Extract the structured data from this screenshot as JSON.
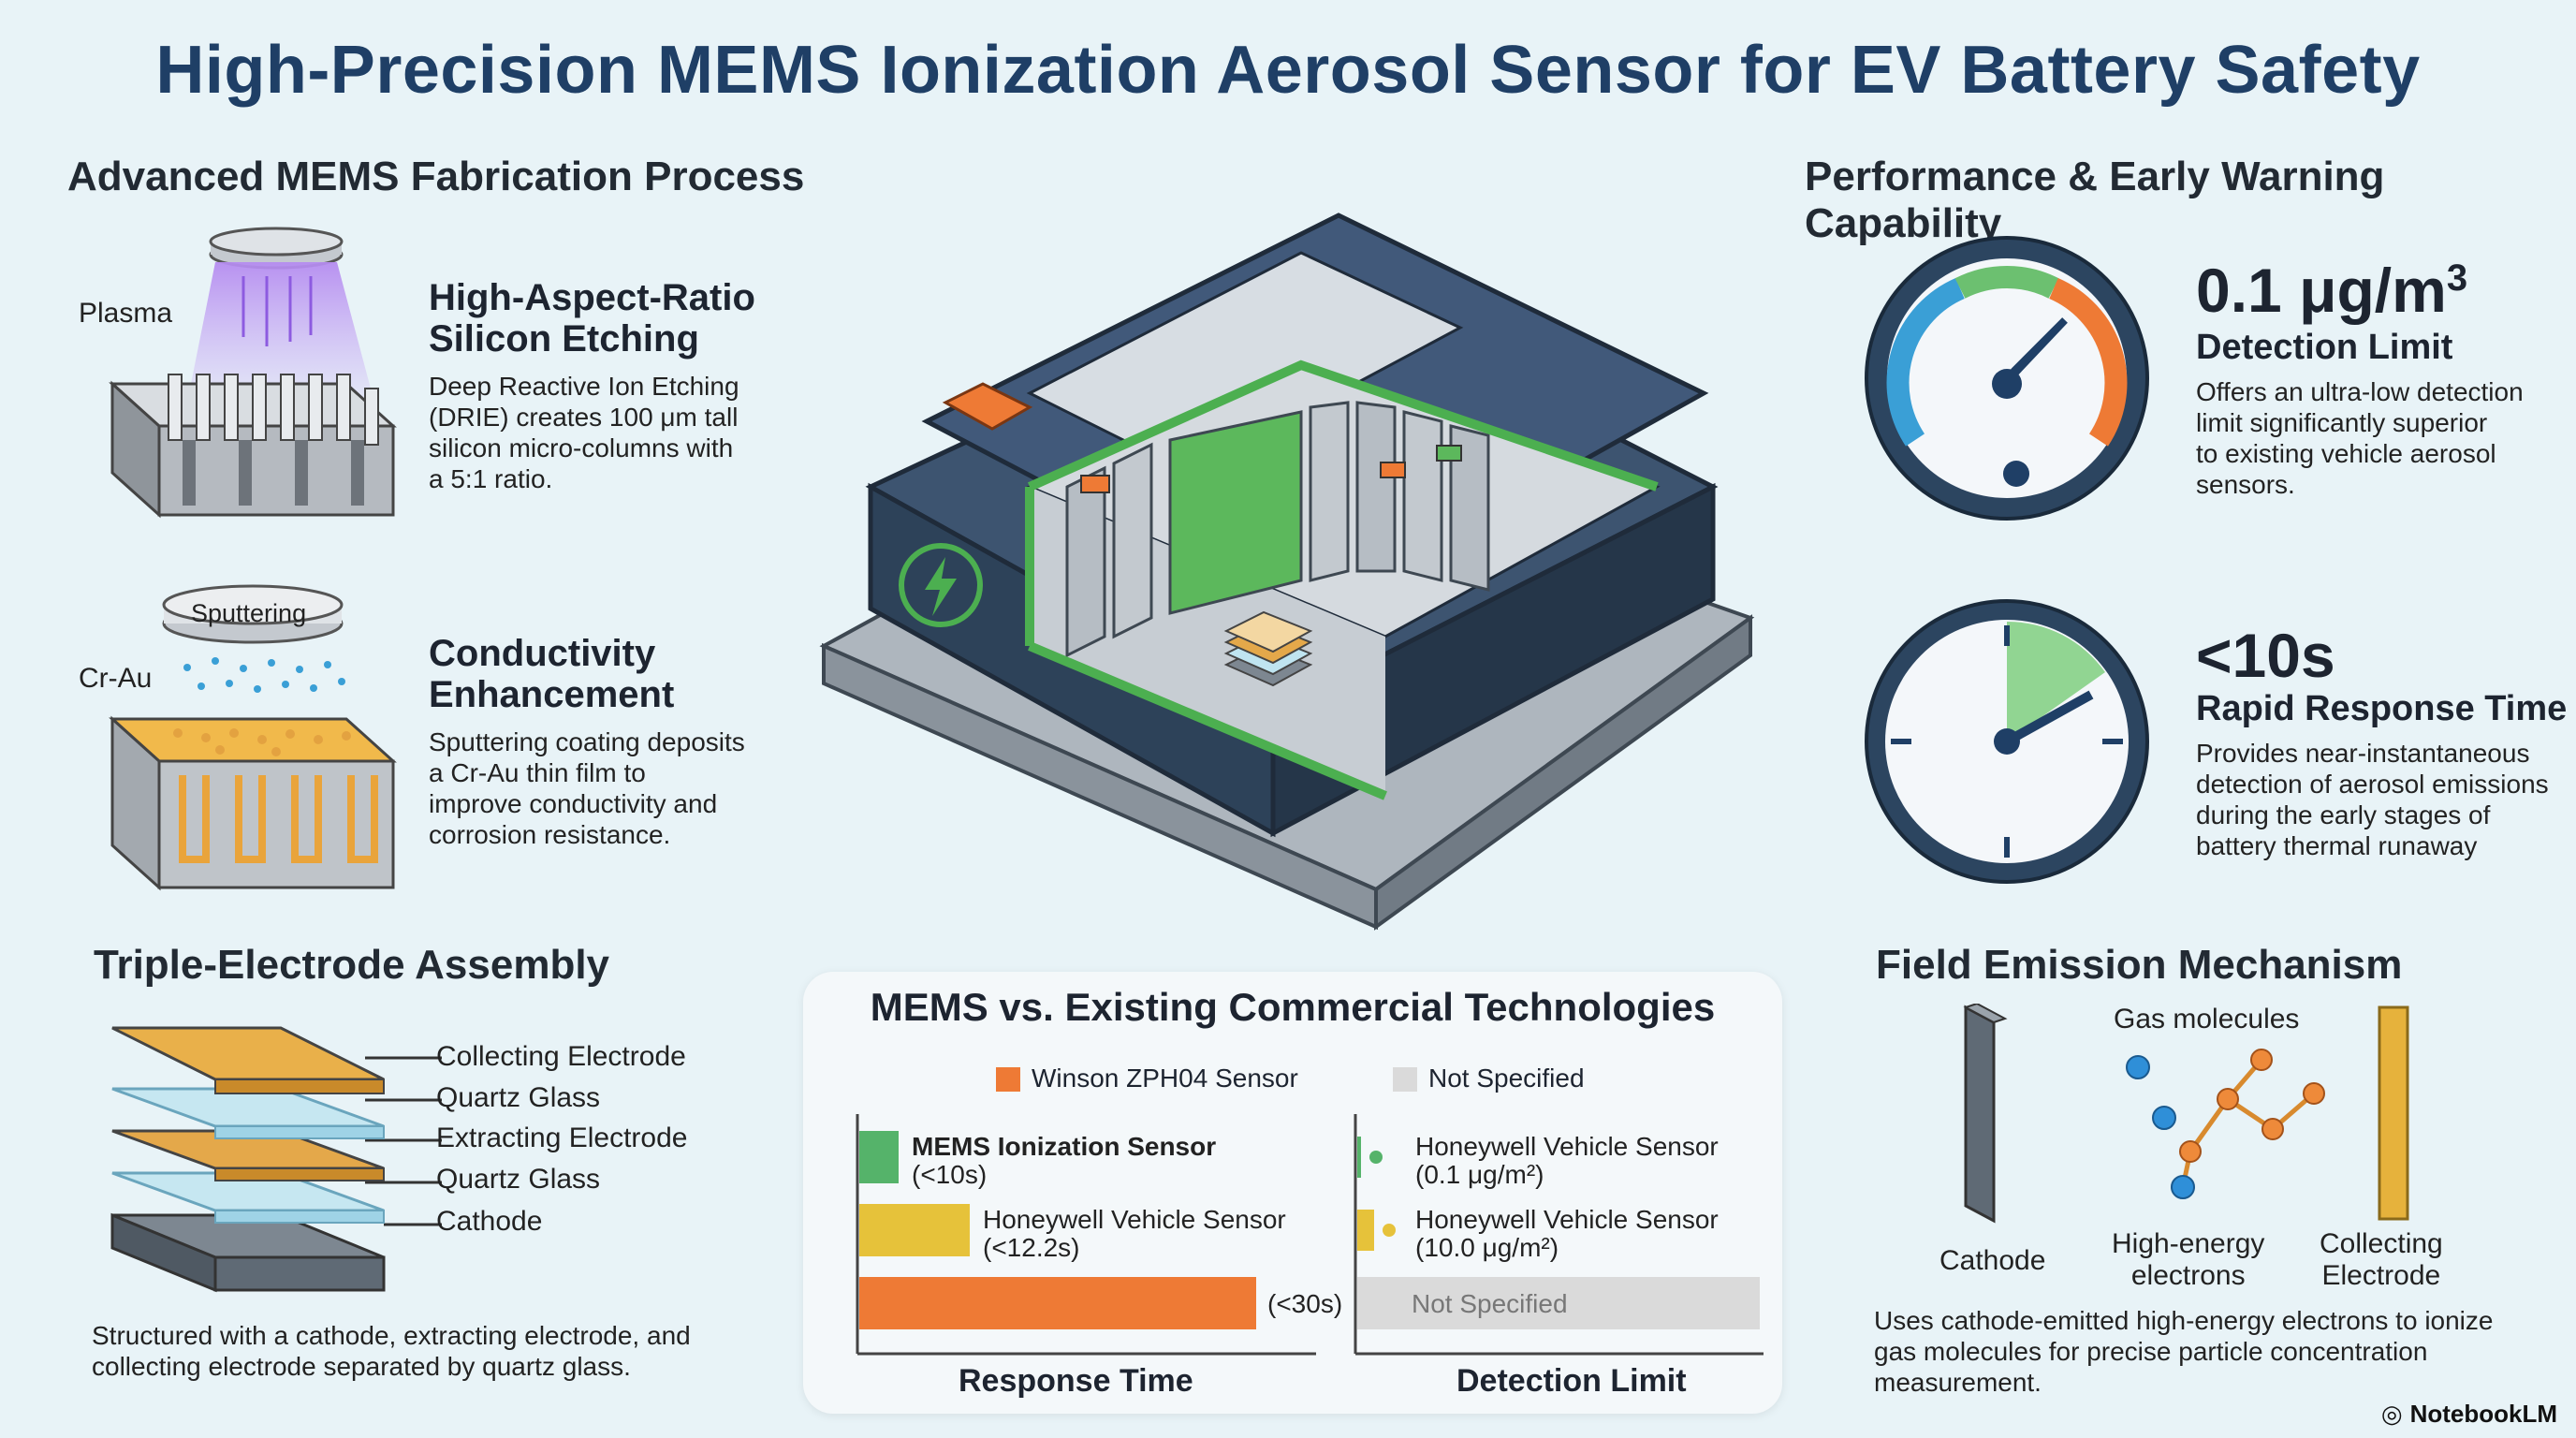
{
  "title": "High-Precision MEMS Ionization Aerosol Sensor for EV Battery Safety",
  "fabrication": {
    "heading": "Advanced MEMS Fabrication Process",
    "etching": {
      "plasma_label": "Plasma",
      "title_line1": "High-Aspect-Ratio",
      "title_line2": "Silicon Etching",
      "desc": [
        "Deep Reactive Ion Etching",
        "(DRIE) creates 100 μm tall",
        "silicon micro-columns with",
        "a 5:1 ratio."
      ]
    },
    "sputter": {
      "target_label": "Sputtering",
      "material_label": "Cr-Au",
      "title_line1": "Conductivity",
      "title_line2": "Enhancement",
      "desc": [
        "Sputtering coating deposits",
        "a Cr-Au thin film to",
        "improve conductivity and",
        "corrosion resistance."
      ]
    }
  },
  "electrode": {
    "heading": "Triple-Electrode Assembly",
    "layers": [
      "Collecting Electrode",
      "Quartz Glass",
      "Extracting Electrode",
      "Quartz Glass",
      "Cathode"
    ],
    "caption": [
      "Structured with a cathode, extracting electrode, and",
      "collecting electrode separated by quartz glass."
    ]
  },
  "performance": {
    "heading": "Performance & Early Warning Capability",
    "detection": {
      "value": "0.1 μg/m",
      "superscript": "3",
      "label": "Detection Limit",
      "desc": [
        "Offers an ultra-low detection",
        "limit significantly superior",
        "to existing vehicle aerosol",
        "sensors."
      ]
    },
    "response": {
      "value": "<10s",
      "label": "Rapid Response Time",
      "desc": [
        "Provides near-instantaneous",
        "detection of aerosol emissions",
        "during the early stages of",
        "battery thermal runaway"
      ]
    }
  },
  "field_emission": {
    "heading": "Field Emission Mechanism",
    "gas_label": "Gas molecules",
    "cathode_label": "Cathode",
    "electrons_label": [
      "High-energy",
      "electrons"
    ],
    "collecting_label": [
      "Collecting",
      "Electrode"
    ],
    "desc": [
      "Uses cathode-emitted high-energy electrons to ionize",
      "gas molecules for precise particle concentration",
      "measurement."
    ]
  },
  "comparison": {
    "heading": "MEMS vs. Existing Commercial Technologies",
    "legend_winson": "Winson ZPH04 Sensor",
    "legend_not_specified": "Not Specified",
    "response_axis": "Response Time",
    "detection_axis": "Detection Limit",
    "not_specified_bar": "Not Specified"
  },
  "chart_data": {
    "type": "bar",
    "title": "MEMS vs. Existing Commercial Technologies",
    "panels": [
      {
        "xlabel": "Response Time",
        "unit": "s",
        "series": [
          {
            "name": "MEMS Ionization Sensor",
            "label": "(<10s)",
            "value": 10,
            "color": "#55b36a"
          },
          {
            "name": "Honeywell Vehicle Sensor",
            "label": "(<12.2s)",
            "value": 12.2,
            "color": "#e6c23a"
          },
          {
            "name": "Winson ZPH04 Sensor",
            "label": "(<30s)",
            "value": 30,
            "color": "#ee7a35"
          }
        ]
      },
      {
        "xlabel": "Detection Limit",
        "unit": "μg/m²",
        "series": [
          {
            "name": "Honeywell Vehicle Sensor",
            "label": "(0.1 μg/m²)",
            "value": 0.1,
            "color": "#55b36a"
          },
          {
            "name": "Honeywell Vehicle Sensor",
            "label": "(10.0 μg/m²)",
            "value": 10.0,
            "color": "#e6c23a"
          },
          {
            "name": "Winson ZPH04 Sensor",
            "label": "Not Specified",
            "value": null,
            "color": "#dadada"
          }
        ]
      }
    ]
  },
  "branding": "NotebookLM",
  "colors": {
    "title": "#1f3f66",
    "green": "#55b36a",
    "orange": "#ee7a35",
    "yellow": "#e6c23a",
    "grey": "#dadada",
    "gold": "#e9b04a"
  }
}
